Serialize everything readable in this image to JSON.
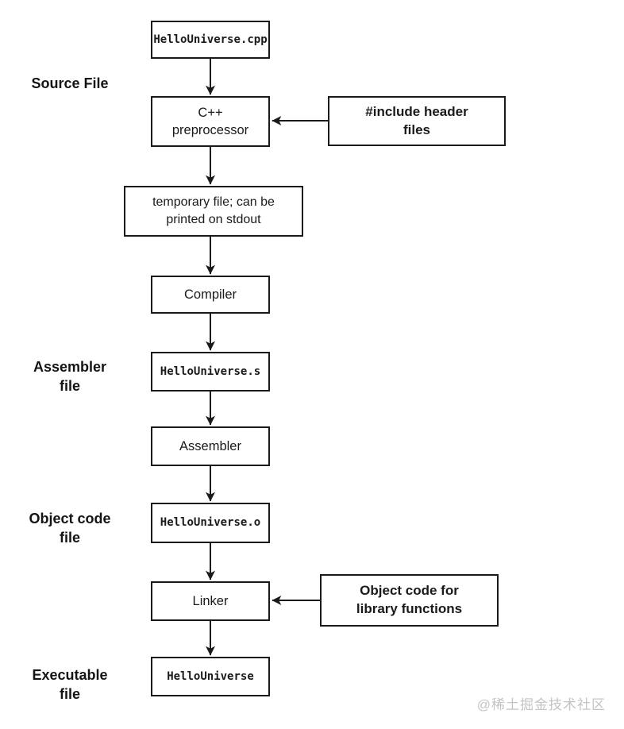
{
  "diagram": {
    "nodes": {
      "source_file": {
        "label": "HelloUniverse.cpp"
      },
      "preprocessor": {
        "line1": "C++",
        "line2": "preprocessor"
      },
      "include_headers": {
        "line1": "#include header",
        "line2": "files"
      },
      "temp_file": {
        "line1": "temporary file; can be",
        "line2": "printed on stdout"
      },
      "compiler": {
        "label": "Compiler"
      },
      "assembler_file": {
        "label": "HelloUniverse.s"
      },
      "assembler": {
        "label": "Assembler"
      },
      "object_file": {
        "label": "HelloUniverse.o"
      },
      "linker": {
        "label": "Linker"
      },
      "library_objects": {
        "line1": "Object code for",
        "line2": "library functions"
      },
      "executable": {
        "label": "HelloUniverse"
      }
    },
    "side_labels": {
      "source": {
        "line1": "Source File"
      },
      "assembler": {
        "line1": "Assembler",
        "line2": "file"
      },
      "object_code": {
        "line1": "Object code",
        "line2": "file"
      },
      "executable": {
        "line1": "Executable",
        "line2": "file"
      }
    },
    "watermark": "@稀土掘金技术社区",
    "colors": {
      "line": "#1a1a1a",
      "box_fill": "#ffffff",
      "background": "#ffffff",
      "watermark_text": "#c4c4c4"
    }
  }
}
